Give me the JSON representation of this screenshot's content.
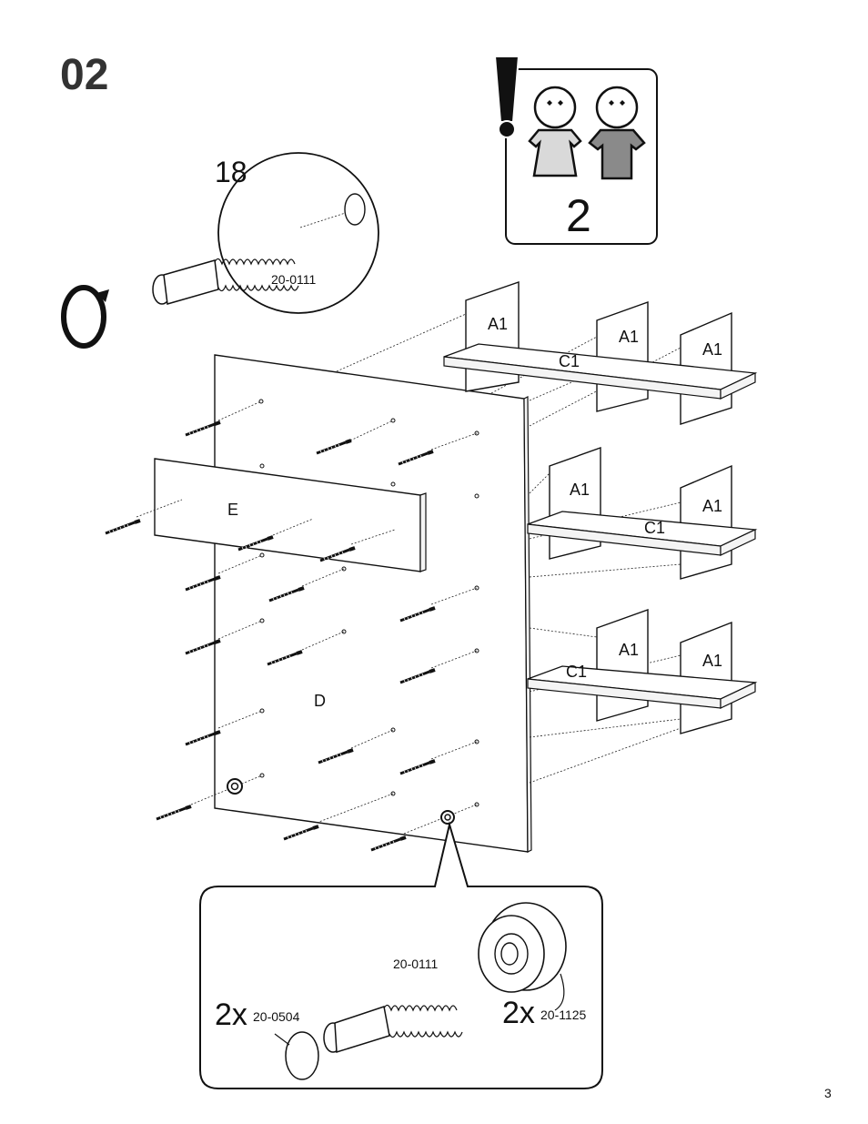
{
  "step_number": "02",
  "people": {
    "count": "2",
    "warning_icon": "exclamation-icon"
  },
  "screw_detail": {
    "count": "18",
    "part": "20-0111"
  },
  "panels": {
    "back": "D",
    "rail": "E"
  },
  "shelf_parts": {
    "row1": [
      "A1",
      "A1",
      "A1",
      "C1"
    ],
    "row2": [
      "A1",
      "A1",
      "C1"
    ],
    "row3": [
      "A1",
      "A1",
      "C1"
    ]
  },
  "wheel_detail": {
    "screw_part": "20-0111",
    "left_qty": "2x",
    "left_part": "20-0504",
    "right_qty": "2x",
    "right_part": "20-1125"
  },
  "page_number": "3"
}
